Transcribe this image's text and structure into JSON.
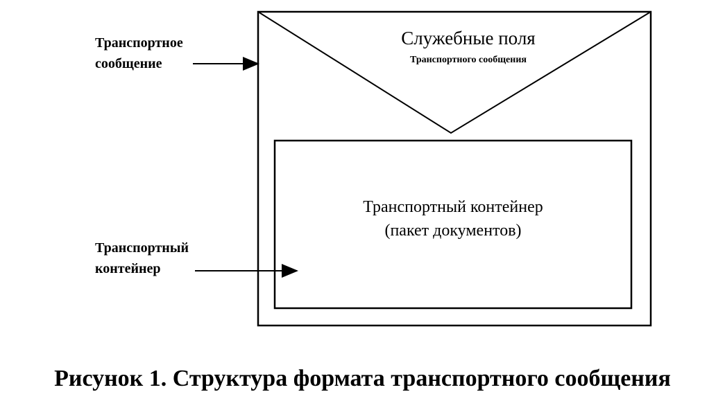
{
  "envelope": {
    "title": "Служебные поля",
    "subtitle": "Транспортного сообщения"
  },
  "container": {
    "line1": "Транспортный контейнер",
    "line2": "(пакет документов)"
  },
  "labels": {
    "message_line1": "Транспортное",
    "message_line2": "сообщение",
    "container_line1": "Транспортный",
    "container_line2": "контейнер"
  },
  "caption": "Рисунок 1. Структура формата транспортного сообщения"
}
